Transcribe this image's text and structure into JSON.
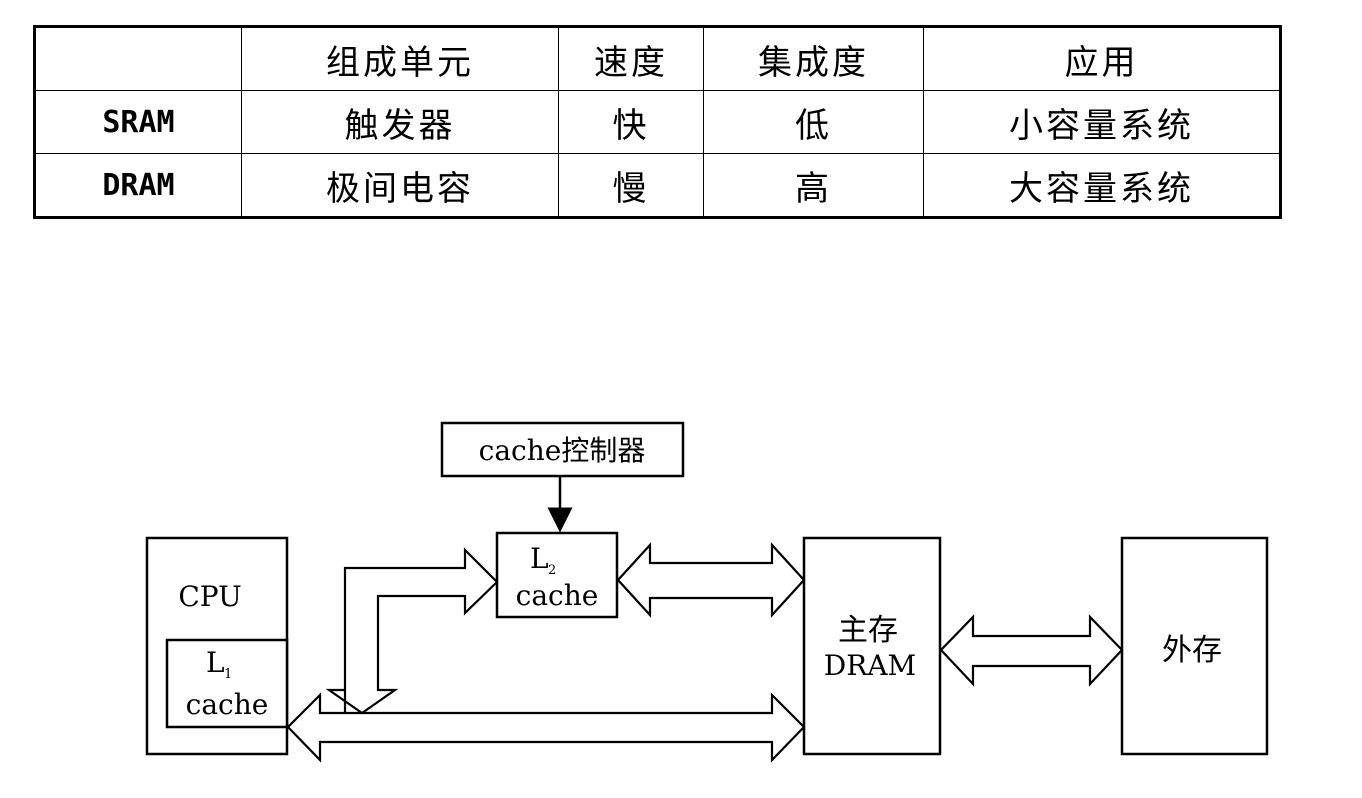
{
  "table": {
    "headers": [
      "",
      "组成单元",
      "速度",
      "集成度",
      "应用"
    ],
    "rows": [
      {
        "name": "SRAM",
        "unit": "触发器",
        "speed": "快",
        "integration": "低",
        "application": "小容量系统"
      },
      {
        "name": "DRAM",
        "unit": "极间电容",
        "speed": "慢",
        "integration": "高",
        "application": "大容量系统"
      }
    ]
  },
  "diagram": {
    "cache_controller": "cache控制器",
    "cpu_label": "CPU",
    "l1_letter": "L",
    "l1_sub": "1",
    "l1_word": "cache",
    "l2_letter": "L",
    "l2_sub": "2",
    "l2_word": "cache",
    "main_memory_cn": "主存",
    "main_memory_en": "DRAM",
    "external_memory": "外存"
  }
}
